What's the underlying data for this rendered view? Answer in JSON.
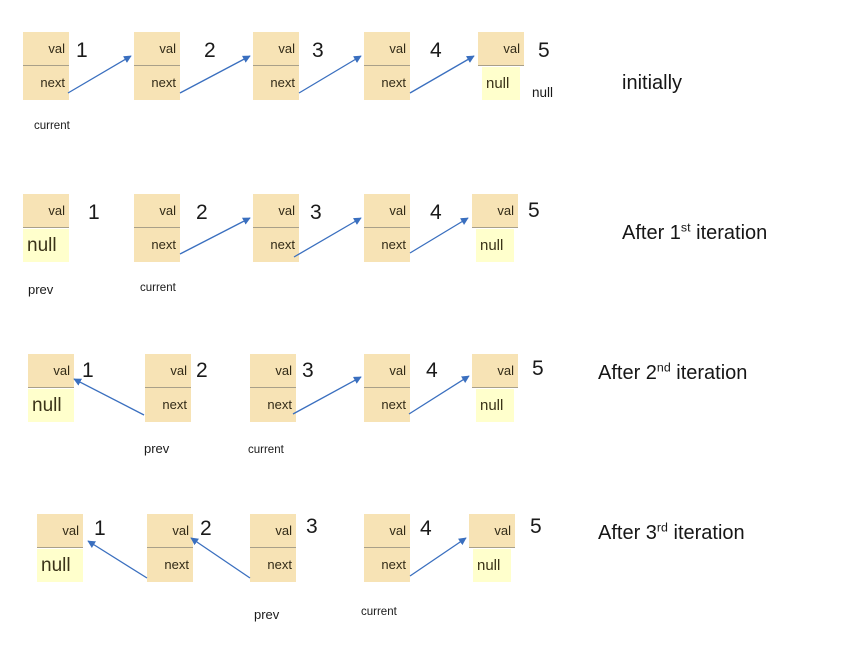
{
  "diagram": {
    "title_absent": true,
    "node_labels": {
      "val": "val",
      "next": "next",
      "null": "null"
    },
    "colors": {
      "node_fill": "#f7e3b5",
      "null_fill": "#ffffcc",
      "divider": "#a9a089",
      "arrow": "#3a6fbf",
      "text": "#1a1a1a"
    },
    "rows": [
      {
        "caption_prefix": "initially",
        "caption_ordinal": "",
        "caption_suffix": "",
        "trailing_null_text": "null",
        "nodes": [
          {
            "num": "1",
            "top": "val",
            "bottom": "next",
            "pointer": "current"
          },
          {
            "num": "2",
            "top": "val",
            "bottom": "next",
            "pointer": ""
          },
          {
            "num": "3",
            "top": "val",
            "bottom": "next",
            "pointer": ""
          },
          {
            "num": "4",
            "top": "val",
            "bottom": "next",
            "pointer": ""
          },
          {
            "num": "5",
            "top": "val",
            "bottom": "null",
            "pointer": ""
          }
        ]
      },
      {
        "caption_prefix": "After 1",
        "caption_ordinal": "st",
        "caption_suffix": " iteration",
        "trailing_null_text": "",
        "nodes": [
          {
            "num": "1",
            "top": "val",
            "bottom": "null",
            "pointer": "prev"
          },
          {
            "num": "2",
            "top": "val",
            "bottom": "next",
            "pointer": "current"
          },
          {
            "num": "3",
            "top": "val",
            "bottom": "next",
            "pointer": ""
          },
          {
            "num": "4",
            "top": "val",
            "bottom": "next",
            "pointer": ""
          },
          {
            "num": "5",
            "top": "val",
            "bottom": "null",
            "pointer": ""
          }
        ]
      },
      {
        "caption_prefix": "After 2",
        "caption_ordinal": "nd",
        "caption_suffix": " iteration",
        "trailing_null_text": "",
        "nodes": [
          {
            "num": "1",
            "top": "val",
            "bottom": "null",
            "pointer": ""
          },
          {
            "num": "2",
            "top": "val",
            "bottom": "next",
            "pointer": "prev"
          },
          {
            "num": "3",
            "top": "val",
            "bottom": "next",
            "pointer": "current"
          },
          {
            "num": "4",
            "top": "val",
            "bottom": "next",
            "pointer": ""
          },
          {
            "num": "5",
            "top": "val",
            "bottom": "null",
            "pointer": ""
          }
        ]
      },
      {
        "caption_prefix": "After 3",
        "caption_ordinal": "rd",
        "caption_suffix": " iteration",
        "trailing_null_text": "",
        "nodes": [
          {
            "num": "1",
            "top": "val",
            "bottom": "null",
            "pointer": ""
          },
          {
            "num": "2",
            "top": "val",
            "bottom": "next",
            "pointer": ""
          },
          {
            "num": "3",
            "top": "val",
            "bottom": "next",
            "pointer": "prev"
          },
          {
            "num": "4",
            "top": "val",
            "bottom": "next",
            "pointer": "current"
          },
          {
            "num": "5",
            "top": "val",
            "bottom": "null",
            "pointer": ""
          }
        ]
      }
    ]
  }
}
